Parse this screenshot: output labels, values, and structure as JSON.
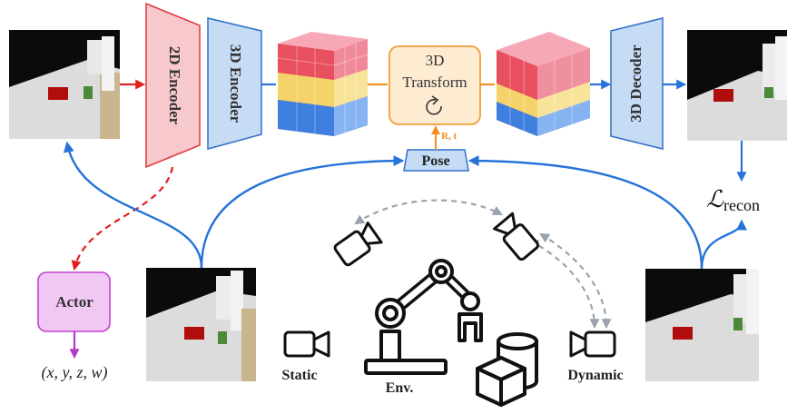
{
  "encoder_2d": {
    "label": "2D Encoder",
    "fill": "#f7c9cc",
    "stroke": "#e3353b"
  },
  "encoder_3d": {
    "label": "3D Encoder",
    "fill": "#c6dcf5",
    "stroke": "#2e6fc9"
  },
  "transform": {
    "line1": "3D",
    "line2": "Transform",
    "rotation_icon": "rotate-icon",
    "fill": "#fdebd2",
    "stroke": "#f0a03a"
  },
  "decoder_3d": {
    "label": "3D Decoder",
    "fill": "#c6dcf5",
    "stroke": "#2e6fc9"
  },
  "pose": {
    "label": "Pose",
    "param_label": "R, t",
    "fill": "#c6dcf5",
    "stroke": "#2e6fc9"
  },
  "loss": {
    "symbol": "ℒ",
    "subscript": "recon"
  },
  "actor": {
    "label": "Actor",
    "output": "(x, y, z, w)",
    "fill": "#f1c8f4",
    "stroke": "#c43fd0"
  },
  "environment": {
    "label": "Env.",
    "static_camera_label": "Static",
    "dynamic_camera_label": "Dynamic",
    "icons": [
      "robot-arm-icon",
      "cube-icon",
      "cylinder-icon",
      "camera-icon"
    ]
  },
  "colors": {
    "flow_arrow": "#2673d9",
    "encoder_arrow": "#e02020",
    "actor_arrow": "#e02020",
    "actor_output_arrow": "#b03cc8",
    "pose_param_arrow": "#f09020",
    "camera_motion_arrow": "#9aa3ad",
    "voxel_red": "#e8505f",
    "voxel_yellow": "#f3d36a",
    "voxel_blue": "#3f7fe0"
  }
}
